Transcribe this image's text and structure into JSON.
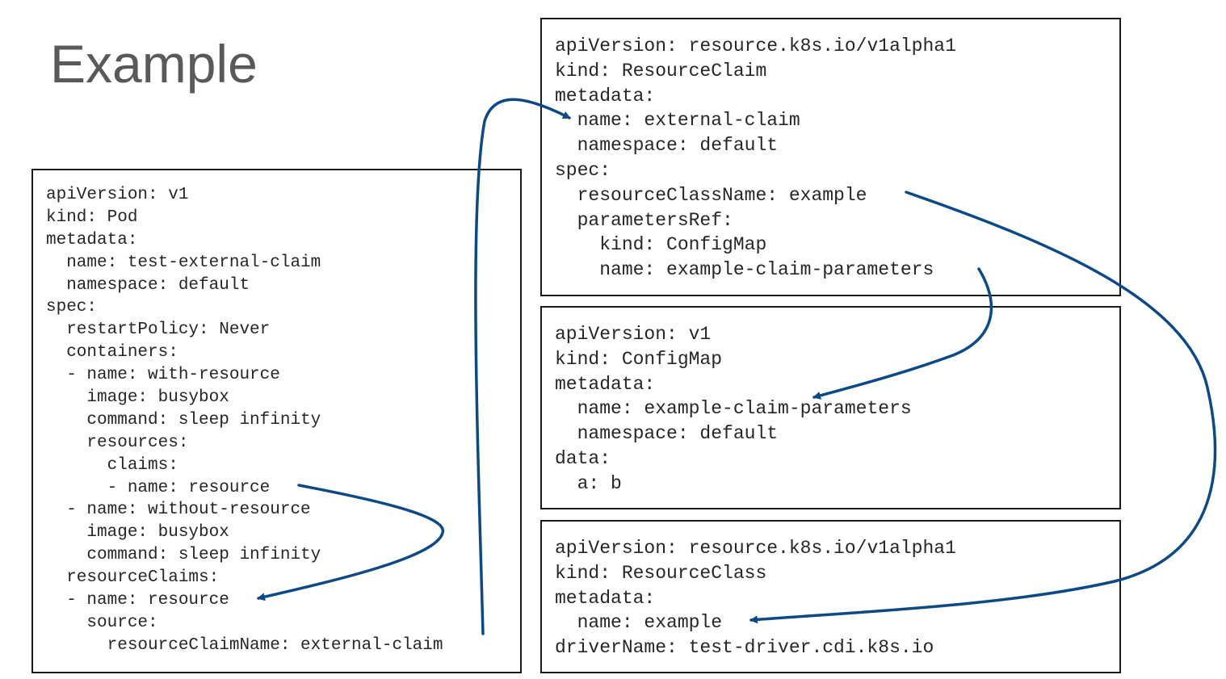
{
  "title": "Example",
  "pod_yaml": [
    "apiVersion: v1",
    "kind: Pod",
    "metadata:",
    "  name: test-external-claim",
    "  namespace: default",
    "spec:",
    "  restartPolicy: Never",
    "  containers:",
    "  - name: with-resource",
    "    image: busybox",
    "    command: sleep infinity",
    "    resources:",
    "      claims:",
    "      - name: resource",
    "  - name: without-resource",
    "    image: busybox",
    "    command: sleep infinity",
    "  resourceClaims:",
    "  - name: resource",
    "    source:",
    "      resourceClaimName: external-claim"
  ],
  "claim_yaml": [
    "apiVersion: resource.k8s.io/v1alpha1",
    "kind: ResourceClaim",
    "metadata:",
    "  name: external-claim",
    "  namespace: default",
    "spec:",
    "  resourceClassName: example",
    "  parametersRef:",
    "    kind: ConfigMap",
    "    name: example-claim-parameters"
  ],
  "configmap_yaml": [
    "apiVersion: v1",
    "kind: ConfigMap",
    "metadata:",
    "  name: example-claim-parameters",
    "  namespace: default",
    "data:",
    "  a: b"
  ],
  "resourceclass_yaml": [
    "apiVersion: resource.k8s.io/v1alpha1",
    "kind: ResourceClass",
    "metadata:",
    "  name: example",
    "driverName: test-driver.cdi.k8s.io"
  ],
  "arrow_color": "#0d4a85"
}
